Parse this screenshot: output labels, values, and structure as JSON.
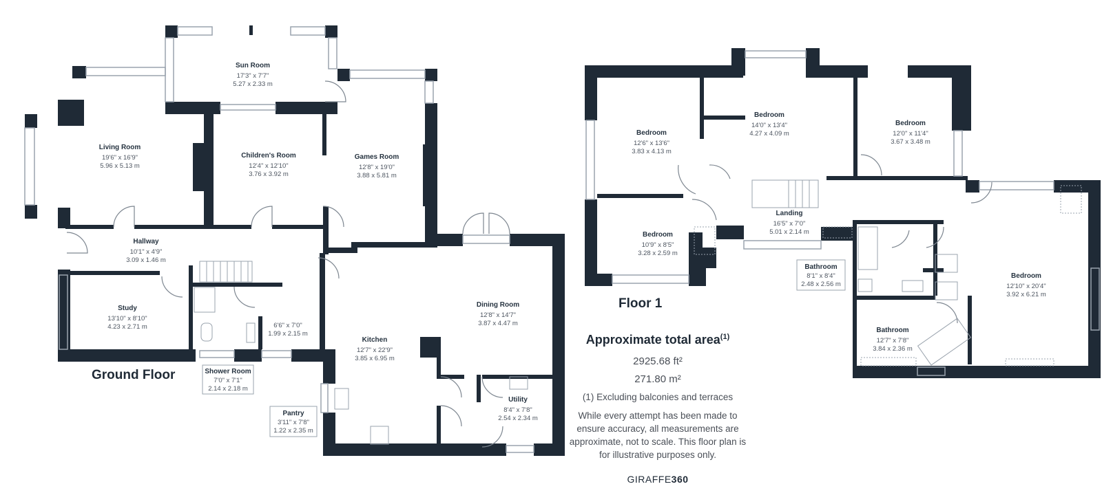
{
  "colors": {
    "wall": "#1f2a36",
    "window": "#c9ced4",
    "text": "#263340"
  },
  "floors": {
    "ground": {
      "title": "Ground Floor"
    },
    "first": {
      "title": "Floor 1"
    }
  },
  "rooms": {
    "sun_room": {
      "name": "Sun Room",
      "imperial": "17'3\" x 7'7\"",
      "metric": "5.27 x 2.33 m"
    },
    "living_room": {
      "name": "Living Room",
      "imperial": "19'6\" x 16'9\"",
      "metric": "5.96 x 5.13 m"
    },
    "childrens_room": {
      "name": "Children's Room",
      "imperial": "12'4\" x 12'10\"",
      "metric": "3.76 x 3.92 m"
    },
    "games_room": {
      "name": "Games Room",
      "imperial": "12'8\" x 19'0\"",
      "metric": "3.88 x 5.81 m"
    },
    "hallway": {
      "name": "Hallway",
      "imperial": "10'1\" x 4'9\"",
      "metric": "3.09 x 1.46 m"
    },
    "study": {
      "name": "Study",
      "imperial": "13'10\" x 8'10\"",
      "metric": "4.23 x 2.71 m"
    },
    "cupboard": {
      "imperial": "6'6\" x 7'0\"",
      "metric": "1.99 x 2.15 m"
    },
    "shower_room": {
      "name": "Shower Room",
      "imperial": "7'0\" x 7'1\"",
      "metric": "2.14 x 2.18 m"
    },
    "pantry": {
      "name": "Pantry",
      "imperial": "3'11\" x 7'8\"",
      "metric": "1.22 x 2.35 m"
    },
    "kitchen": {
      "name": "Kitchen",
      "imperial": "12'7\" x 22'9\"",
      "metric": "3.85 x 6.95 m"
    },
    "dining_room": {
      "name": "Dining Room",
      "imperial": "12'8\" x 14'7\"",
      "metric": "3.87 x 4.47 m"
    },
    "utility": {
      "name": "Utility",
      "imperial": "8'4\" x 7'8\"",
      "metric": "2.54 x 2.34 m"
    },
    "bedroom_1": {
      "name": "Bedroom",
      "imperial": "12'6\" x 13'6\"",
      "metric": "3.83 x 4.13 m"
    },
    "bedroom_2": {
      "name": "Bedroom",
      "imperial": "14'0\" x 13'4\"",
      "metric": "4.27 x 4.09 m"
    },
    "bedroom_3": {
      "name": "Bedroom",
      "imperial": "12'0\" x 11'4\"",
      "metric": "3.67 x 3.48 m"
    },
    "bedroom_4": {
      "name": "Bedroom",
      "imperial": "10'9\" x 8'5\"",
      "metric": "3.28 x 2.59 m"
    },
    "landing": {
      "name": "Landing",
      "imperial": "16'5\" x 7'0\"",
      "metric": "5.01 x 2.14 m"
    },
    "bathroom_1": {
      "name": "Bathroom",
      "imperial": "8'1\" x 8'4\"",
      "metric": "2.48 x 2.56 m"
    },
    "bathroom_2": {
      "name": "Bathroom",
      "imperial": "12'7\" x 7'8\"",
      "metric": "3.84 x 2.36 m"
    },
    "bedroom_5": {
      "name": "Bedroom",
      "imperial": "12'10\" x 20'4\"",
      "metric": "3.92 x 6.21 m"
    }
  },
  "summary": {
    "title": "Approximate total area",
    "footnote_mark": "(1)",
    "area_sqft": "2925.68 ft²",
    "area_sqm": "271.80 m²",
    "note": "(1) Excluding balconies and terraces",
    "disclaimer": "While every attempt has been made to ensure accuracy, all measurements are approximate, not to scale. This floor plan is for illustrative purposes only.",
    "brand_light": "GIRAFFE",
    "brand_bold": "360"
  }
}
